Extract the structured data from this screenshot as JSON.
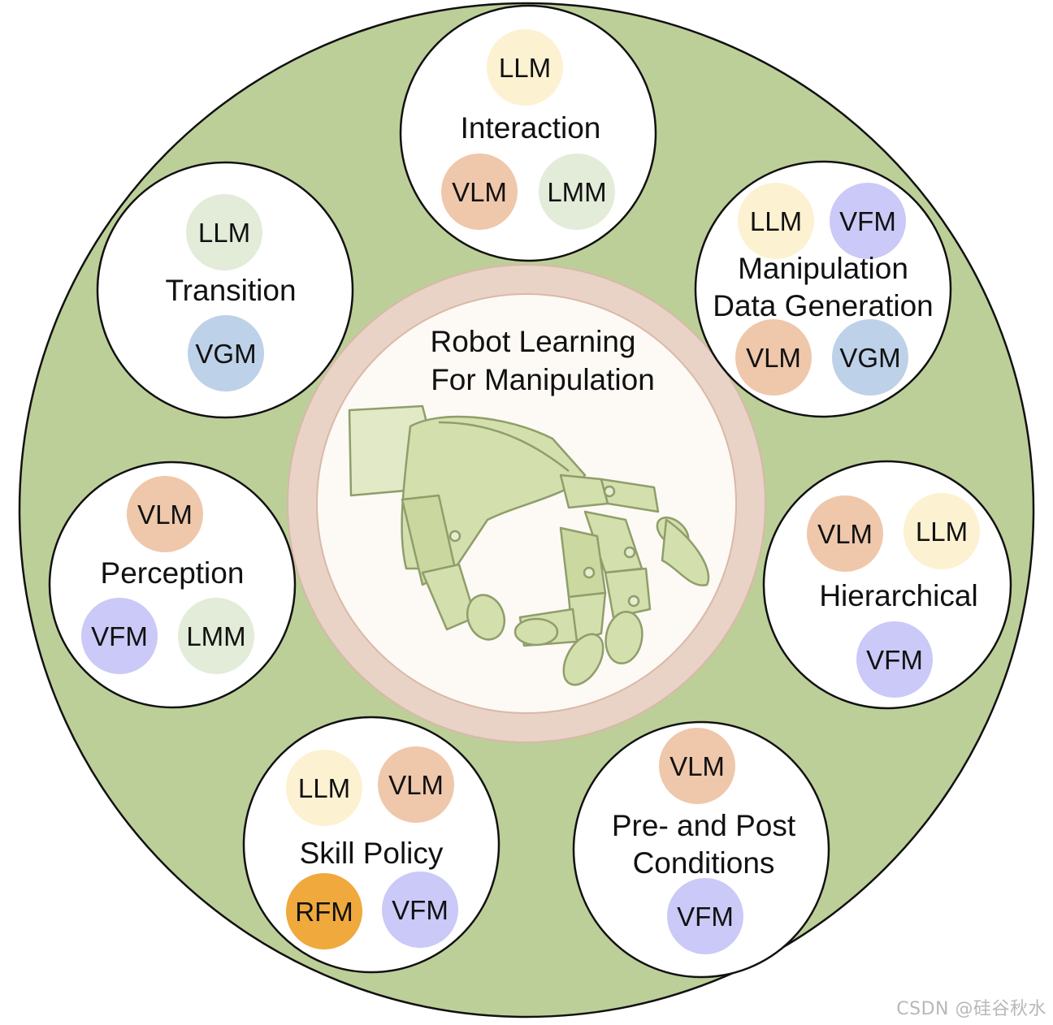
{
  "center": {
    "title_line1": "Robot Learning",
    "title_line2": "For Manipulation",
    "illustration": "robotic-hand-icon"
  },
  "colors": {
    "outer_ring": "#bccf98",
    "center_ring": "#e9d3c7",
    "center_fill": "#fdf9f5",
    "LLM": "#fcf1d1",
    "VLM": "#efc7aa",
    "LMM": "#e2ecd8",
    "VFM": "#cac9f7",
    "VGM": "#bdd1e9",
    "RFM": "#efa93c"
  },
  "nodes": [
    {
      "id": "interaction",
      "label_lines": [
        "Interaction"
      ],
      "badges": [
        "LLM",
        "VLM",
        "LMM"
      ]
    },
    {
      "id": "manipulation-data-generation",
      "label_lines": [
        "Manipulation",
        "Data Generation"
      ],
      "badges": [
        "LLM",
        "VFM",
        "VLM",
        "VGM"
      ]
    },
    {
      "id": "hierarchical",
      "label_lines": [
        "Hierarchical"
      ],
      "badges": [
        "VLM",
        "LLM",
        "VFM"
      ]
    },
    {
      "id": "pre-and-post-conditions",
      "label_lines": [
        "Pre- and Post",
        "Conditions"
      ],
      "badges": [
        "VLM",
        "VFM"
      ]
    },
    {
      "id": "skill-policy",
      "label_lines": [
        "Skill Policy"
      ],
      "badges": [
        "LLM",
        "VLM",
        "RFM",
        "VFM"
      ]
    },
    {
      "id": "perception",
      "label_lines": [
        "Perception"
      ],
      "badges": [
        "VLM",
        "VFM",
        "LMM"
      ]
    },
    {
      "id": "transition",
      "label_lines": [
        "Transition"
      ],
      "badges": [
        "LLM",
        "VGM"
      ]
    }
  ],
  "watermark": "CSDN @硅谷秋水"
}
